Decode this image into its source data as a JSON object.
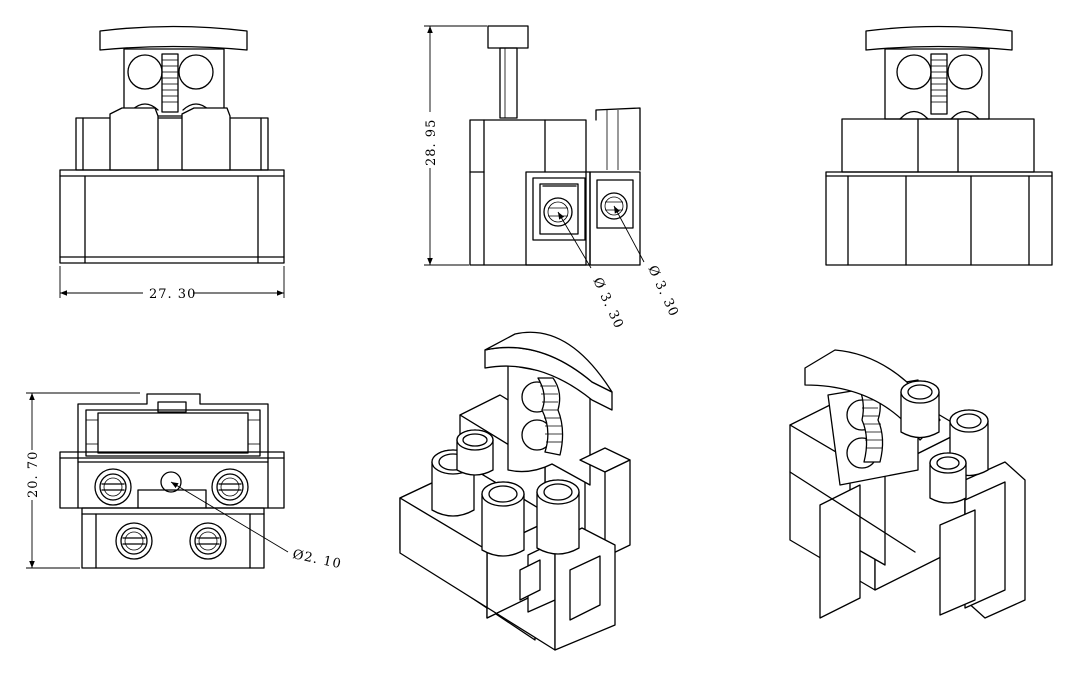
{
  "dimensions": {
    "width": "27. 30",
    "height": "28. 95",
    "screw_hole_left": "Ø 3. 30",
    "screw_hole_right": "Ø 3. 30",
    "depth": "20. 70",
    "pin_hole": "Ø2. 10"
  },
  "colors": {
    "line": "#000000",
    "background": "#ffffff"
  }
}
